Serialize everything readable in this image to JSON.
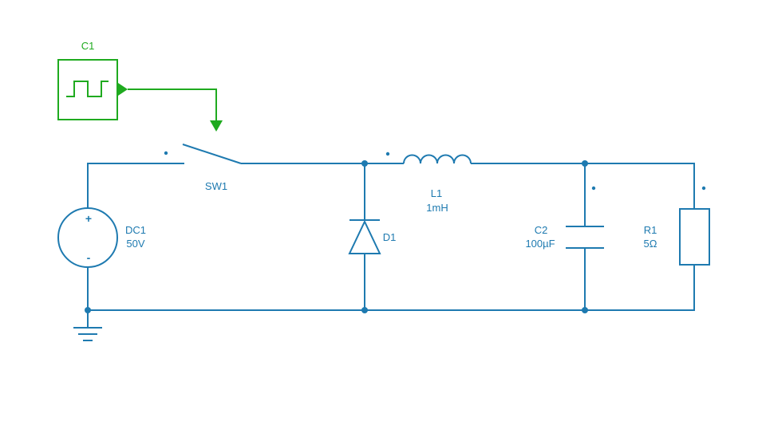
{
  "components": {
    "clock": {
      "ref": "C1"
    },
    "switch": {
      "ref": "SW1"
    },
    "source": {
      "ref": "DC1",
      "value": "50V",
      "plus": "+",
      "minus": "-"
    },
    "diode": {
      "ref": "D1"
    },
    "inductor": {
      "ref": "L1",
      "value": "1mH"
    },
    "capacitor": {
      "ref": "C2",
      "value": "100µF"
    },
    "resistor": {
      "ref": "R1",
      "value": "5Ω"
    }
  },
  "colors": {
    "circuit": "#1e7ab0",
    "control": "#1faa1f"
  }
}
